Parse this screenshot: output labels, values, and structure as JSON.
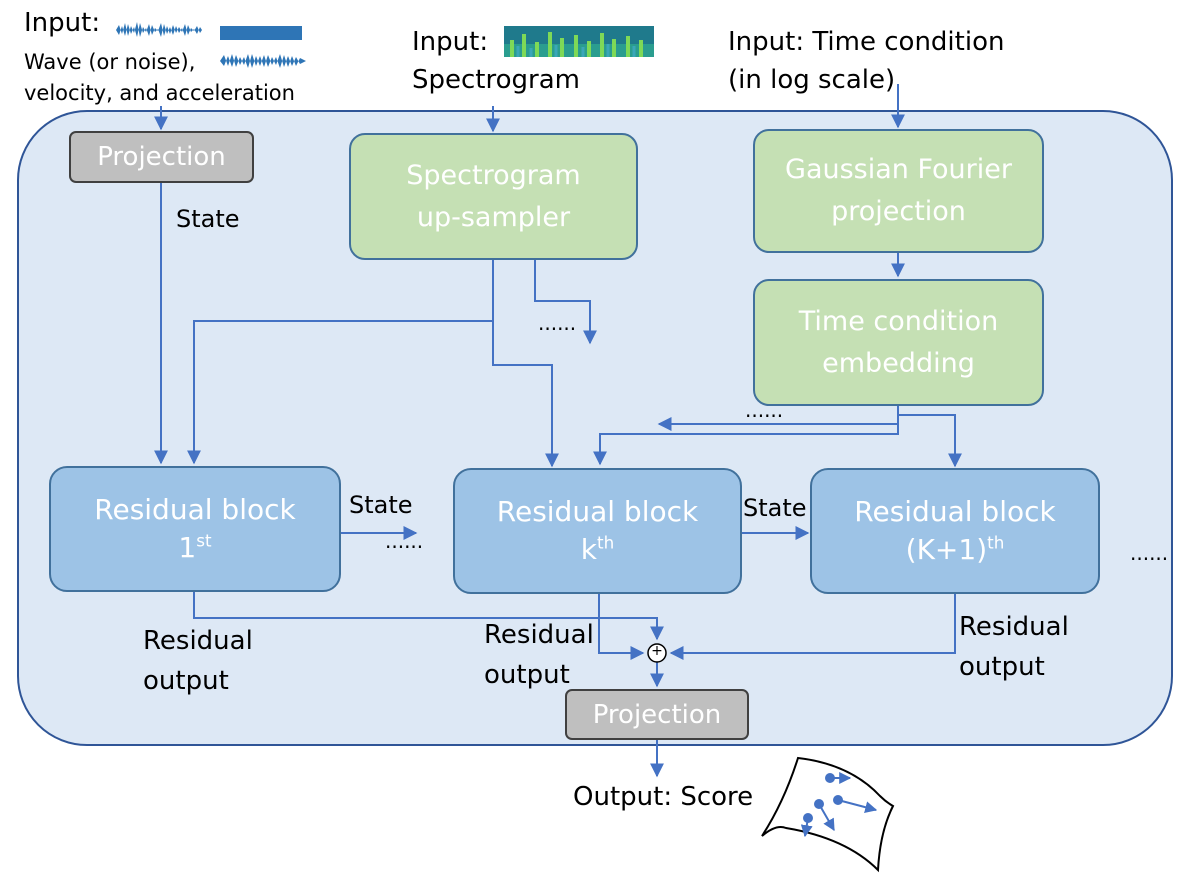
{
  "inputs": {
    "wave": {
      "label": "Input:",
      "desc_line1": "Wave (or noise),",
      "desc_line2": "velocity, and acceleration"
    },
    "spectrogram": {
      "label": "Input:",
      "desc": "Spectrogram"
    },
    "time": {
      "line1": "Input: Time condition",
      "line2": "(in log scale)"
    }
  },
  "blocks": {
    "projection_in": "Projection",
    "spec_upsampler": {
      "line1": "Spectrogram",
      "line2": "up-sampler"
    },
    "gaussian": {
      "line1": "Gaussian Fourier",
      "line2": "projection"
    },
    "time_embed": {
      "line1": "Time condition",
      "line2": "embedding"
    },
    "res1": {
      "line1": "Residual block",
      "line2": "1",
      "sup": "st"
    },
    "resk": {
      "line1": "Residual block",
      "line2": "k",
      "sup": "th"
    },
    "resk1": {
      "line1": "Residual block",
      "line2": "(K+1)",
      "sup": "th"
    },
    "projection_out": "Projection"
  },
  "labels": {
    "state1": "State",
    "state2": "State",
    "state3": "State",
    "dots_spec": "......",
    "dots_time": "......",
    "dots_res": "......",
    "dots_right": "......",
    "res_out1_l1": "Residual",
    "res_out1_l2": "output",
    "res_out2_l1": "Residual",
    "res_out2_l2": "output",
    "res_out3_l1": "Residual",
    "res_out3_l2": "output",
    "output": "Output: Score",
    "plus": "+"
  },
  "colors": {
    "frame_fill": "#dde8f5",
    "frame_border": "#2f5597",
    "green_box": "#c5e0b4",
    "blue_box": "#9dc3e6",
    "gray_box": "#bfbfbf",
    "line": "#4472c4"
  }
}
